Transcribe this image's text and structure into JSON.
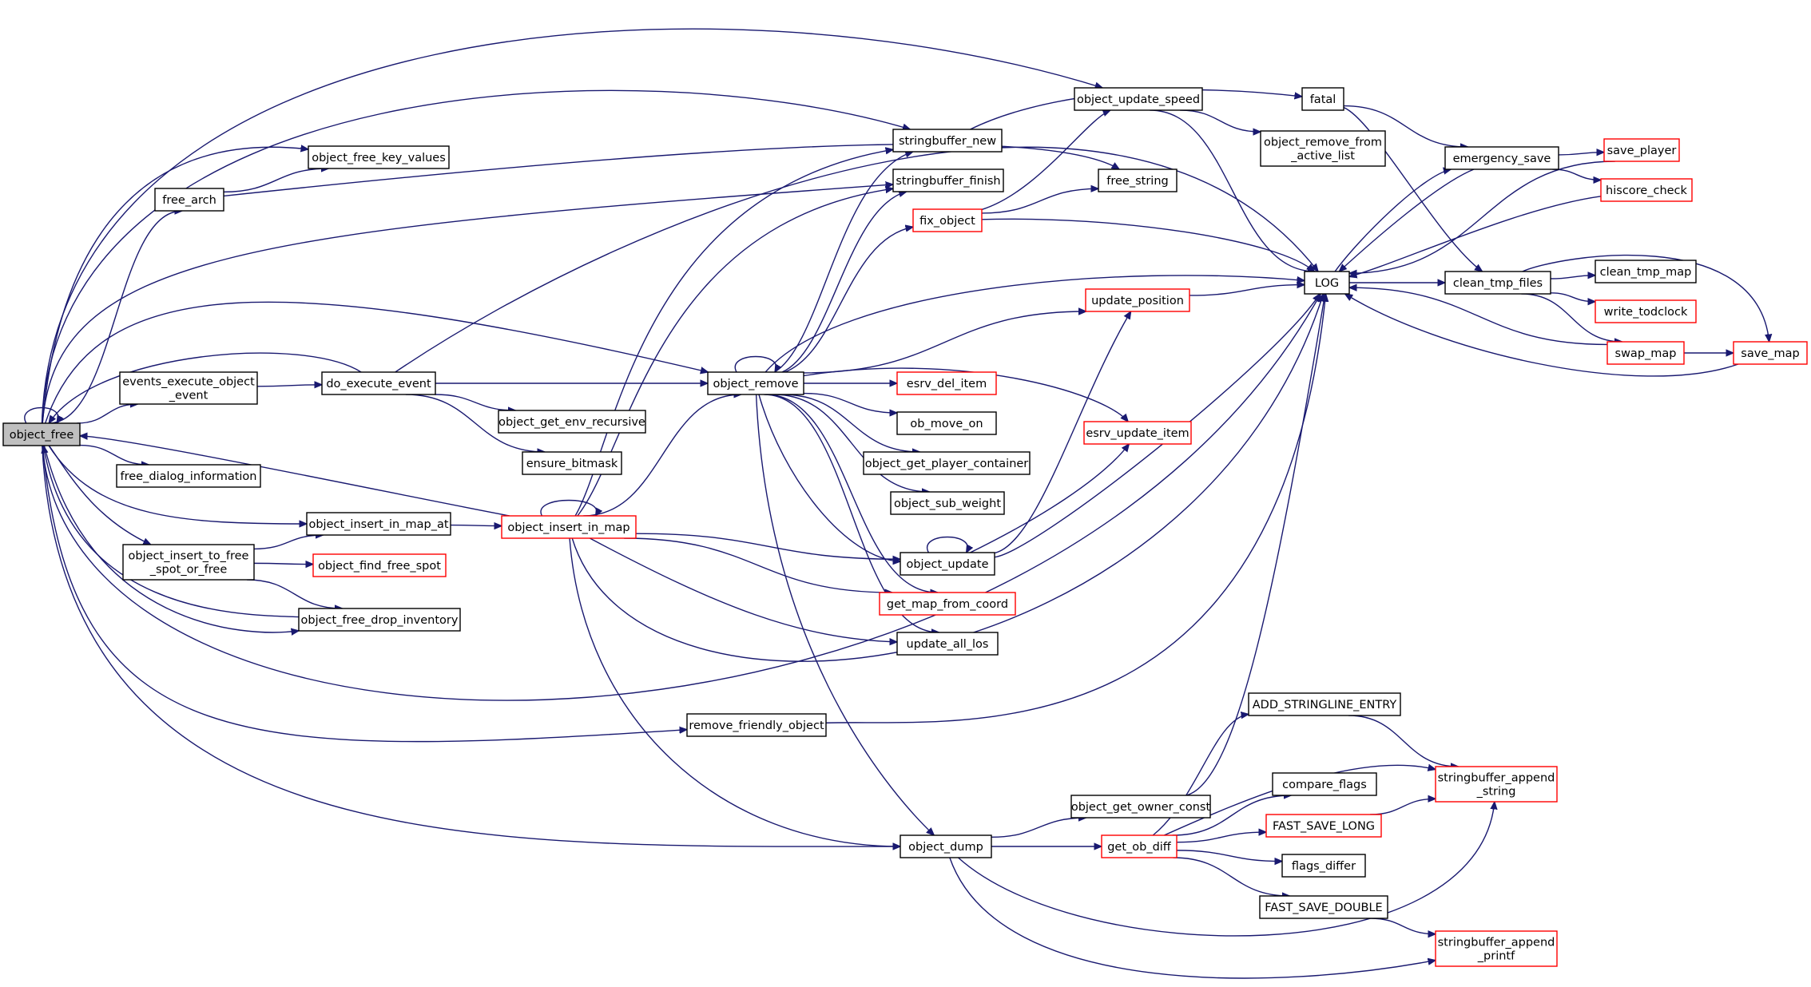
{
  "diagram": {
    "type": "call-graph",
    "nodes": [
      {
        "id": "object_free",
        "lines": [
          "object_free"
        ],
        "style": "root"
      },
      {
        "id": "object_free_key_values",
        "lines": [
          "object_free_key_values"
        ],
        "style": "black"
      },
      {
        "id": "free_arch",
        "lines": [
          "free_arch"
        ],
        "style": "black"
      },
      {
        "id": "events_execute_object_event",
        "lines": [
          "events_execute_object",
          "_event"
        ],
        "style": "black"
      },
      {
        "id": "do_execute_event",
        "lines": [
          "do_execute_event"
        ],
        "style": "black"
      },
      {
        "id": "free_dialog_information",
        "lines": [
          "free_dialog_information"
        ],
        "style": "black"
      },
      {
        "id": "object_insert_in_map_at",
        "lines": [
          "object_insert_in_map_at"
        ],
        "style": "black"
      },
      {
        "id": "object_insert_to_free_spot_or_free",
        "lines": [
          "object_insert_to_free",
          "_spot_or_free"
        ],
        "style": "black"
      },
      {
        "id": "object_free_drop_inventory",
        "lines": [
          "object_free_drop_inventory"
        ],
        "style": "black"
      },
      {
        "id": "object_get_env_recursive",
        "lines": [
          "object_get_env_recursive"
        ],
        "style": "black"
      },
      {
        "id": "ensure_bitmask",
        "lines": [
          "ensure_bitmask"
        ],
        "style": "black"
      },
      {
        "id": "object_insert_in_map",
        "lines": [
          "object_insert_in_map"
        ],
        "style": "red"
      },
      {
        "id": "object_find_free_spot",
        "lines": [
          "object_find_free_spot"
        ],
        "style": "red"
      },
      {
        "id": "stringbuffer_new",
        "lines": [
          "stringbuffer_new"
        ],
        "style": "black"
      },
      {
        "id": "stringbuffer_finish",
        "lines": [
          "stringbuffer_finish"
        ],
        "style": "black"
      },
      {
        "id": "fix_object",
        "lines": [
          "fix_object"
        ],
        "style": "red"
      },
      {
        "id": "object_remove",
        "lines": [
          "object_remove"
        ],
        "style": "black"
      },
      {
        "id": "esrv_del_item",
        "lines": [
          "esrv_del_item"
        ],
        "style": "red"
      },
      {
        "id": "ob_move_on",
        "lines": [
          "ob_move_on"
        ],
        "style": "black"
      },
      {
        "id": "object_get_player_container",
        "lines": [
          "object_get_player_container"
        ],
        "style": "black"
      },
      {
        "id": "object_sub_weight",
        "lines": [
          "object_sub_weight"
        ],
        "style": "black"
      },
      {
        "id": "object_update",
        "lines": [
          "object_update"
        ],
        "style": "black"
      },
      {
        "id": "get_map_from_coord",
        "lines": [
          "get_map_from_coord"
        ],
        "style": "red"
      },
      {
        "id": "update_all_los",
        "lines": [
          "update_all_los"
        ],
        "style": "black"
      },
      {
        "id": "remove_friendly_object",
        "lines": [
          "remove_friendly_object"
        ],
        "style": "black"
      },
      {
        "id": "object_dump",
        "lines": [
          "object_dump"
        ],
        "style": "black"
      },
      {
        "id": "object_update_speed",
        "lines": [
          "object_update_speed"
        ],
        "style": "black"
      },
      {
        "id": "object_remove_from_active_list",
        "lines": [
          "object_remove_from",
          "_active_list"
        ],
        "style": "black"
      },
      {
        "id": "free_string",
        "lines": [
          "free_string"
        ],
        "style": "black"
      },
      {
        "id": "update_position",
        "lines": [
          "update_position"
        ],
        "style": "red"
      },
      {
        "id": "esrv_update_item",
        "lines": [
          "esrv_update_item"
        ],
        "style": "red"
      },
      {
        "id": "fatal",
        "lines": [
          "fatal"
        ],
        "style": "black"
      },
      {
        "id": "LOG",
        "lines": [
          "LOG"
        ],
        "style": "black"
      },
      {
        "id": "emergency_save",
        "lines": [
          "emergency_save"
        ],
        "style": "black"
      },
      {
        "id": "clean_tmp_files",
        "lines": [
          "clean_tmp_files"
        ],
        "style": "black"
      },
      {
        "id": "save_player",
        "lines": [
          "save_player"
        ],
        "style": "red"
      },
      {
        "id": "hiscore_check",
        "lines": [
          "hiscore_check"
        ],
        "style": "red"
      },
      {
        "id": "clean_tmp_map",
        "lines": [
          "clean_tmp_map"
        ],
        "style": "black"
      },
      {
        "id": "write_todclock",
        "lines": [
          "write_todclock"
        ],
        "style": "red"
      },
      {
        "id": "swap_map",
        "lines": [
          "swap_map"
        ],
        "style": "red"
      },
      {
        "id": "save_map",
        "lines": [
          "save_map"
        ],
        "style": "red"
      },
      {
        "id": "object_get_owner_const",
        "lines": [
          "object_get_owner_const"
        ],
        "style": "black"
      },
      {
        "id": "get_ob_diff",
        "lines": [
          "get_ob_diff"
        ],
        "style": "red"
      },
      {
        "id": "ADD_STRINGLINE_ENTRY",
        "lines": [
          "ADD_STRINGLINE_ENTRY"
        ],
        "style": "black"
      },
      {
        "id": "compare_flags",
        "lines": [
          "compare_flags"
        ],
        "style": "black"
      },
      {
        "id": "FAST_SAVE_LONG",
        "lines": [
          "FAST_SAVE_LONG"
        ],
        "style": "red"
      },
      {
        "id": "flags_differ",
        "lines": [
          "flags_differ"
        ],
        "style": "black"
      },
      {
        "id": "FAST_SAVE_DOUBLE",
        "lines": [
          "FAST_SAVE_DOUBLE"
        ],
        "style": "black"
      },
      {
        "id": "stringbuffer_append_string",
        "lines": [
          "stringbuffer_append",
          "_string"
        ],
        "style": "red"
      },
      {
        "id": "stringbuffer_append_printf",
        "lines": [
          "stringbuffer_append",
          "_printf"
        ],
        "style": "red"
      }
    ],
    "edges": [
      [
        "object_free",
        "object_free"
      ],
      [
        "object_free",
        "object_free_key_values"
      ],
      [
        "object_free",
        "free_arch"
      ],
      [
        "object_free",
        "events_execute_object_event"
      ],
      [
        "object_free",
        "free_dialog_information"
      ],
      [
        "object_free",
        "object_insert_in_map_at"
      ],
      [
        "object_free",
        "object_insert_to_free_spot_or_free"
      ],
      [
        "object_free",
        "object_free_drop_inventory"
      ],
      [
        "object_free",
        "stringbuffer_new"
      ],
      [
        "object_free",
        "stringbuffer_finish"
      ],
      [
        "object_free",
        "object_remove"
      ],
      [
        "object_free",
        "object_update_speed"
      ],
      [
        "object_free",
        "remove_friendly_object"
      ],
      [
        "object_free",
        "object_dump"
      ],
      [
        "object_free",
        "LOG"
      ],
      [
        "free_arch",
        "object_free_key_values"
      ],
      [
        "free_arch",
        "free_string"
      ],
      [
        "events_execute_object_event",
        "do_execute_event"
      ],
      [
        "do_execute_event",
        "object_remove"
      ],
      [
        "do_execute_event",
        "object_get_env_recursive"
      ],
      [
        "do_execute_event",
        "ensure_bitmask"
      ],
      [
        "do_execute_event",
        "object_free"
      ],
      [
        "do_execute_event",
        "LOG"
      ],
      [
        "object_insert_in_map_at",
        "object_insert_in_map"
      ],
      [
        "object_insert_to_free_spot_or_free",
        "object_insert_in_map_at"
      ],
      [
        "object_insert_to_free_spot_or_free",
        "object_find_free_spot"
      ],
      [
        "object_insert_to_free_spot_or_free",
        "object_free_drop_inventory"
      ],
      [
        "object_free_drop_inventory",
        "object_free"
      ],
      [
        "object_insert_in_map",
        "object_insert_in_map"
      ],
      [
        "object_insert_in_map",
        "object_free"
      ],
      [
        "object_insert_in_map",
        "object_remove"
      ],
      [
        "object_insert_in_map",
        "stringbuffer_new"
      ],
      [
        "object_insert_in_map",
        "stringbuffer_finish"
      ],
      [
        "object_insert_in_map",
        "object_update"
      ],
      [
        "object_insert_in_map",
        "get_map_from_coord"
      ],
      [
        "object_insert_in_map",
        "update_all_los"
      ],
      [
        "object_insert_in_map",
        "object_dump"
      ],
      [
        "object_insert_in_map",
        "LOG"
      ],
      [
        "object_remove",
        "object_remove"
      ],
      [
        "object_remove",
        "stringbuffer_new"
      ],
      [
        "object_remove",
        "stringbuffer_finish"
      ],
      [
        "object_remove",
        "fix_object"
      ],
      [
        "object_remove",
        "update_position"
      ],
      [
        "object_remove",
        "esrv_del_item"
      ],
      [
        "object_remove",
        "ob_move_on"
      ],
      [
        "object_remove",
        "object_get_player_container"
      ],
      [
        "object_remove",
        "object_sub_weight"
      ],
      [
        "object_remove",
        "object_update"
      ],
      [
        "object_remove",
        "get_map_from_coord"
      ],
      [
        "object_remove",
        "update_all_los"
      ],
      [
        "object_remove",
        "esrv_update_item"
      ],
      [
        "object_remove",
        "object_dump"
      ],
      [
        "object_remove",
        "LOG"
      ],
      [
        "stringbuffer_new",
        "fatal"
      ],
      [
        "fix_object",
        "object_update_speed"
      ],
      [
        "fix_object",
        "free_string"
      ],
      [
        "fix_object",
        "LOG"
      ],
      [
        "object_update",
        "object_update"
      ],
      [
        "object_update",
        "update_position"
      ],
      [
        "object_update",
        "esrv_update_item"
      ],
      [
        "object_update",
        "LOG"
      ],
      [
        "update_position",
        "LOG"
      ],
      [
        "remove_friendly_object",
        "LOG"
      ],
      [
        "object_update_speed",
        "object_remove_from_active_list"
      ],
      [
        "object_update_speed",
        "LOG"
      ],
      [
        "fatal",
        "emergency_save"
      ],
      [
        "fatal",
        "clean_tmp_files"
      ],
      [
        "LOG",
        "emergency_save"
      ],
      [
        "LOG",
        "clean_tmp_files"
      ],
      [
        "emergency_save",
        "LOG"
      ],
      [
        "emergency_save",
        "save_player"
      ],
      [
        "emergency_save",
        "hiscore_check"
      ],
      [
        "save_player",
        "LOG"
      ],
      [
        "hiscore_check",
        "LOG"
      ],
      [
        "clean_tmp_files",
        "clean_tmp_map"
      ],
      [
        "clean_tmp_files",
        "write_todclock"
      ],
      [
        "clean_tmp_files",
        "swap_map"
      ],
      [
        "clean_tmp_files",
        "save_map"
      ],
      [
        "swap_map",
        "LOG"
      ],
      [
        "swap_map",
        "save_map"
      ],
      [
        "save_map",
        "LOG"
      ],
      [
        "object_dump",
        "object_get_owner_const"
      ],
      [
        "object_dump",
        "get_ob_diff"
      ],
      [
        "object_dump",
        "stringbuffer_append_string"
      ],
      [
        "object_dump",
        "stringbuffer_append_printf"
      ],
      [
        "object_get_owner_const",
        "LOG"
      ],
      [
        "get_ob_diff",
        "ADD_STRINGLINE_ENTRY"
      ],
      [
        "get_ob_diff",
        "compare_flags"
      ],
      [
        "get_ob_diff",
        "FAST_SAVE_LONG"
      ],
      [
        "get_ob_diff",
        "flags_differ"
      ],
      [
        "get_ob_diff",
        "FAST_SAVE_DOUBLE"
      ],
      [
        "get_ob_diff",
        "stringbuffer_append_string"
      ],
      [
        "ADD_STRINGLINE_ENTRY",
        "stringbuffer_append_string"
      ],
      [
        "FAST_SAVE_LONG",
        "stringbuffer_append_string"
      ],
      [
        "FAST_SAVE_DOUBLE",
        "stringbuffer_append_printf"
      ]
    ]
  },
  "colors": {
    "edge": "#191970",
    "node_border": "#000000",
    "node_border_highlight": "#ff0000",
    "root_fill": "#bfbfbf"
  }
}
